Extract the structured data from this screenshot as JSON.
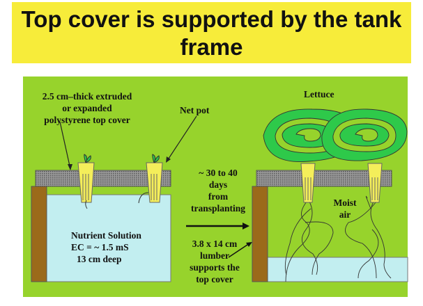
{
  "title": "Top cover is supported by the tank frame",
  "labels": {
    "cover": [
      "2.5 cm–thick extruded",
      "or expanded",
      "polystyrene top cover"
    ],
    "net_pot": "Net pot",
    "time": [
      "~ 30 to 40",
      "days",
      "from",
      "transplanting"
    ],
    "solution": [
      "Nutrient Solution",
      "EC = ~ 1.5 mS",
      "13 cm deep"
    ],
    "lumber": [
      "3.8 x 14 cm",
      "lumber",
      "supports the",
      "top cover"
    ],
    "lettuce": "Lettuce",
    "moist_air": [
      "Moist",
      "air"
    ]
  },
  "colors": {
    "title_bg": "#f7ec3a",
    "panel": "#97d32c",
    "water": "#c2eef0",
    "post": "#9b6a1a",
    "cover": "#8a8a8a",
    "pot": "#f4ee5a",
    "leaf": "#2ec94a"
  }
}
